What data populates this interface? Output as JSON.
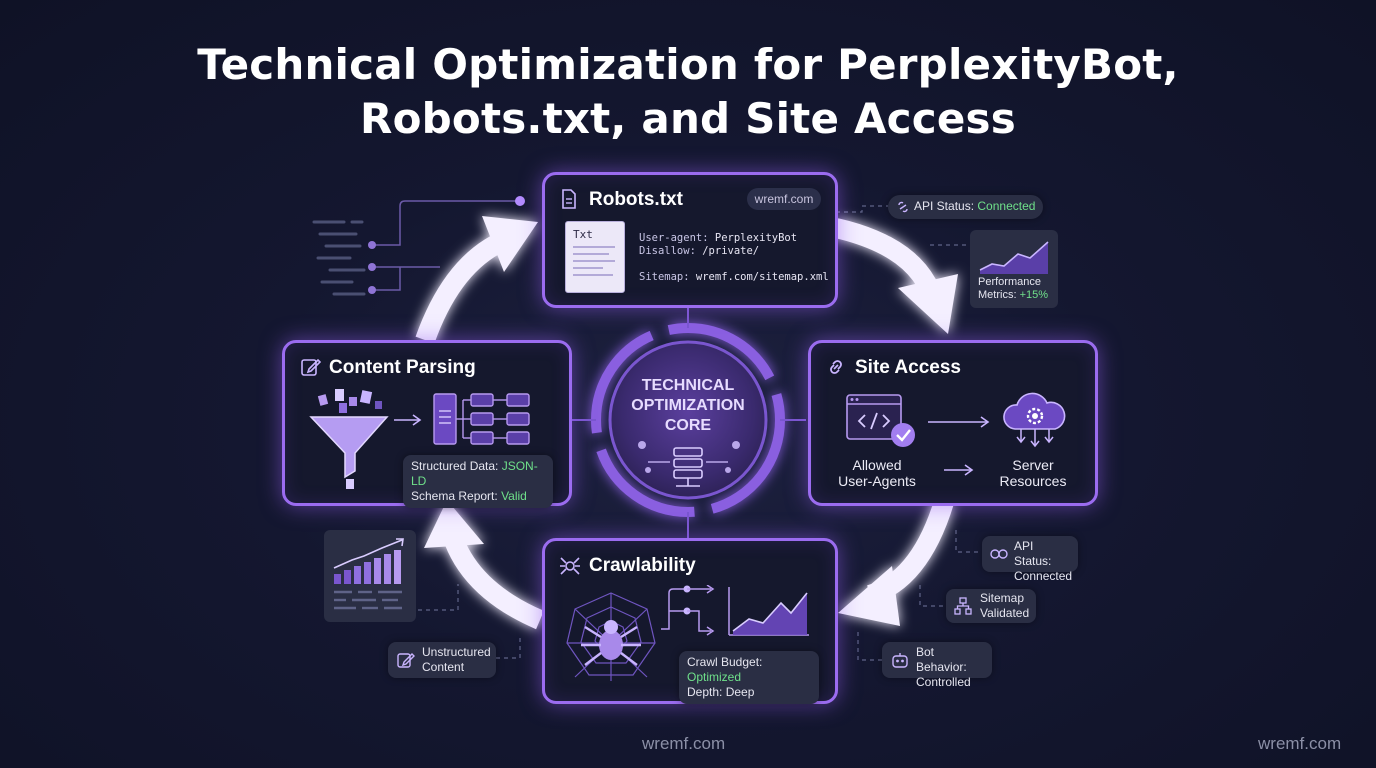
{
  "title": {
    "line1": "Technical Optimization for PerplexityBot,",
    "line2": "Robots.txt, and Site Access"
  },
  "core": {
    "line1": "TECHNICAL",
    "line2": "OPTIMIZATION",
    "line3": "CORE"
  },
  "robots": {
    "title": "Robots.txt",
    "domain": "wremf.com",
    "file_label": "Txt",
    "code": {
      "k1": "User-agent:",
      "v1": "PerplexityBot",
      "k2": "Disallow:",
      "v2": "/private/",
      "k3": "Sitemap:",
      "v3": "wremf.com/sitemap.xml"
    }
  },
  "site_access": {
    "title": "Site Access",
    "left_line1": "Allowed",
    "left_line2": "User-Agents",
    "right_line1": "Server",
    "right_line2": "Resources"
  },
  "content_parsing": {
    "title": "Content Parsing",
    "badge": {
      "k1": "Structured Data:",
      "v1": "JSON-LD",
      "k2": "Schema Report:",
      "v2": "Valid"
    }
  },
  "crawlability": {
    "title": "Crawlability",
    "badge": {
      "k1": "Crawl Budget:",
      "v1": "Optimized",
      "k2": "Depth:",
      "v2": "Deep"
    }
  },
  "chips": {
    "api_top": {
      "label": "API Status:",
      "value": "Connected"
    },
    "performance": {
      "line1": "Performance",
      "line2": "Metrics:",
      "value": "+15%"
    },
    "api_right": {
      "line1": "API Status:",
      "line2": "Connected"
    },
    "sitemap": {
      "line1": "Sitemap",
      "line2": "Validated"
    },
    "bot": {
      "line1": "Bot Behavior:",
      "line2": "Controlled"
    },
    "unstructured": {
      "line1": "Unstructured",
      "line2": "Content"
    }
  },
  "watermarks": {
    "center": "wremf.com",
    "corner": "wremf.com"
  },
  "colors": {
    "accent": "#9b6cf0",
    "ok": "#6fe08a",
    "background": "#141730"
  },
  "icons": [
    "document-icon",
    "link-icon",
    "edit-icon",
    "spider-icon",
    "funnel-icon",
    "server-icon",
    "cloud-gear-icon",
    "code-window-icon",
    "sitemap-icon",
    "robot-icon",
    "chart-icon"
  ]
}
